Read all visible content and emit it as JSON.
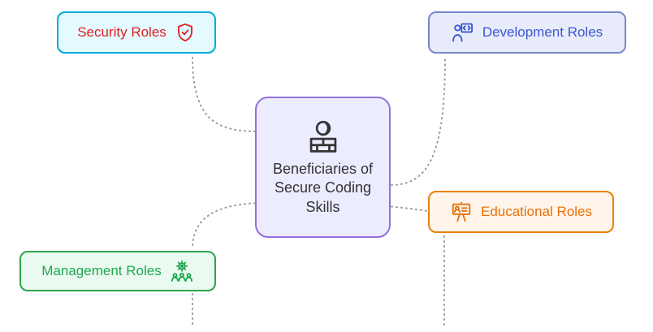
{
  "center": {
    "label": "Beneficiaries of Secure Coding Skills",
    "icon": "firewall-icon",
    "bg": "#ECECFF",
    "border": "#9370DB",
    "text_color": "#333333"
  },
  "nodes": [
    {
      "id": "security-roles",
      "label": "Security Roles",
      "icon": "shield-check-icon",
      "bg": "#E4FAFE",
      "border": "#00ACD6",
      "text_color": "#E02020"
    },
    {
      "id": "development-roles",
      "label": "Development Roles",
      "icon": "developer-icon",
      "bg": "#E8EBFB",
      "border": "#7986CB",
      "text_color": "#3A57D0"
    },
    {
      "id": "educational-roles",
      "label": "Educational Roles",
      "icon": "presentation-easel-icon",
      "bg": "#FFF5EA",
      "border": "#E8820C",
      "text_color": "#E8700A"
    },
    {
      "id": "management-roles",
      "label": "Management Roles",
      "icon": "gear-team-icon",
      "bg": "#EAFAF0",
      "border": "#2FA34F",
      "text_color": "#1FA750"
    }
  ],
  "connectors": {
    "style": "dotted",
    "color": "#999999"
  }
}
